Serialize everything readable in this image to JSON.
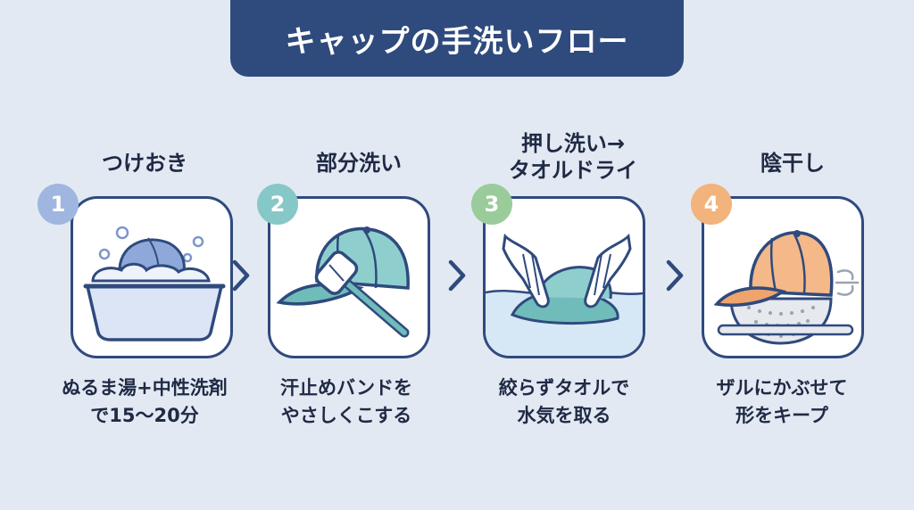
{
  "title": "キャップの手洗いフロー",
  "colors": {
    "banner": "#2f4a7d",
    "background": "#e3e9f3",
    "card_border": "#2f4a7d",
    "badge_1": "#9fb6e0",
    "badge_2": "#86c8c7",
    "badge_3": "#99cc9a",
    "badge_4": "#f2b37c"
  },
  "steps": [
    {
      "number": "1",
      "title": [
        "つけおき"
      ],
      "description": [
        "ぬるま湯+中性洗剤",
        "で15〜20分"
      ],
      "icon": "cap-in-basin-icon"
    },
    {
      "number": "2",
      "title": [
        "部分洗い"
      ],
      "description": [
        "汗止めバンドを",
        "やさしくこする"
      ],
      "icon": "brush-cap-icon"
    },
    {
      "number": "3",
      "title": [
        "押し洗い→",
        "タオルドライ"
      ],
      "description": [
        "絞らずタオルで",
        "水気を取る"
      ],
      "icon": "hands-press-cap-icon"
    },
    {
      "number": "4",
      "title": [
        "陰干し"
      ],
      "description": [
        "ザルにかぶせて",
        "形をキープ"
      ],
      "icon": "cap-on-colander-icon"
    }
  ]
}
